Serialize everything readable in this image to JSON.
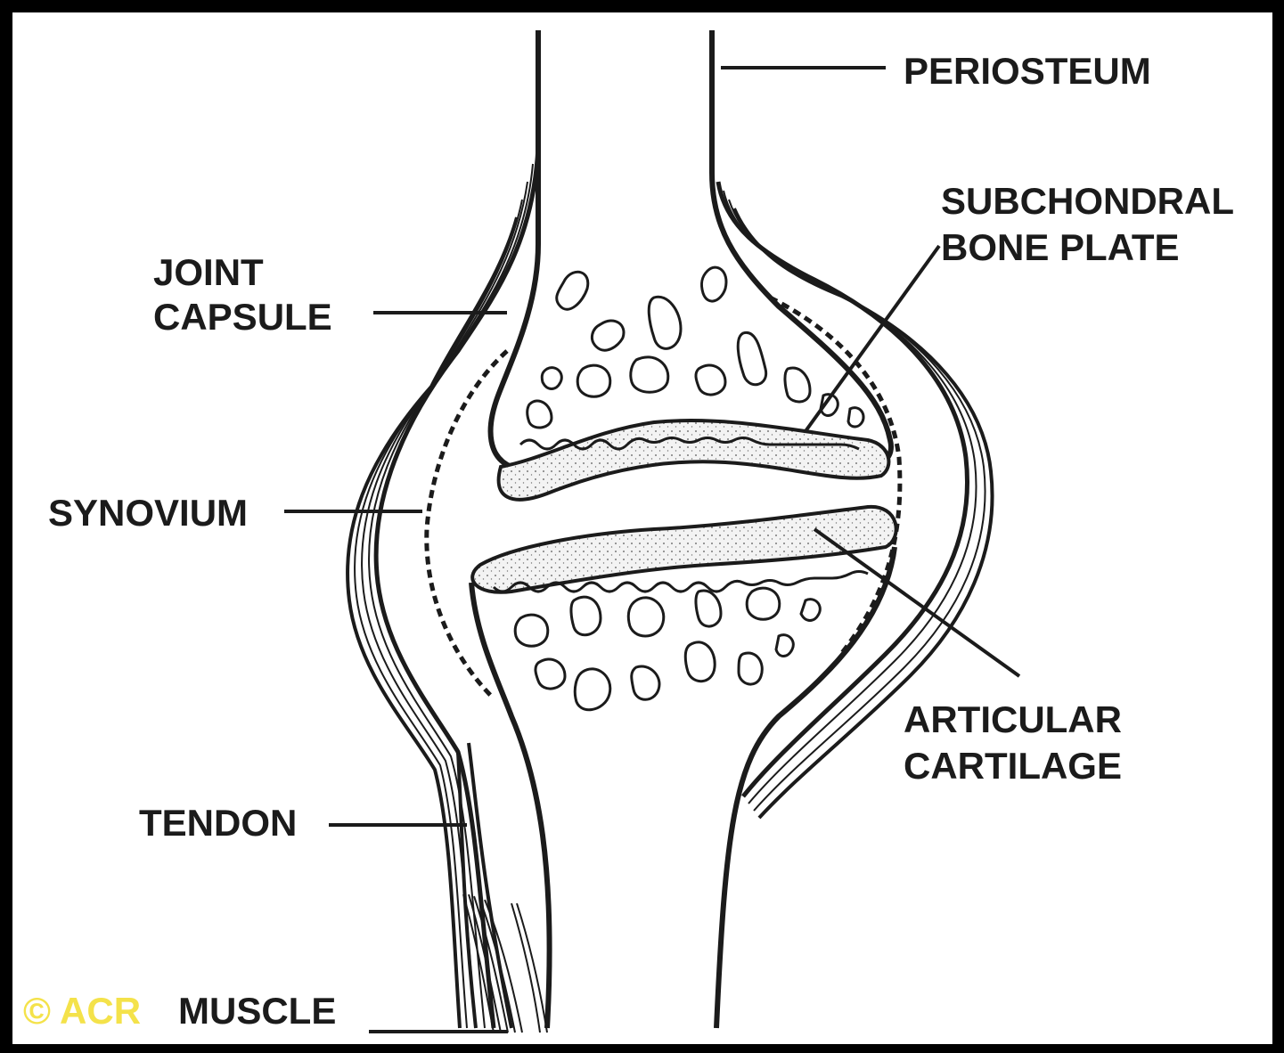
{
  "labels": {
    "periosteum": "PERIOSTEUM",
    "subchondral_line1": "SUBCHONDRAL",
    "subchondral_line2": "BONE PLATE",
    "joint_capsule_line1": "JOINT",
    "joint_capsule_line2": "CAPSULE",
    "synovium": "SYNOVIUM",
    "articular_line1": "ARTICULAR",
    "articular_line2": "CARTILAGE",
    "tendon": "TENDON",
    "muscle": "MUSCLE"
  },
  "copyright": "© ACR",
  "colors": {
    "frame": "#000000",
    "background": "#ffffff",
    "ink": "#1b1b1b",
    "copyright": "#f4e24a",
    "cartilage_fill": "#ececec"
  }
}
